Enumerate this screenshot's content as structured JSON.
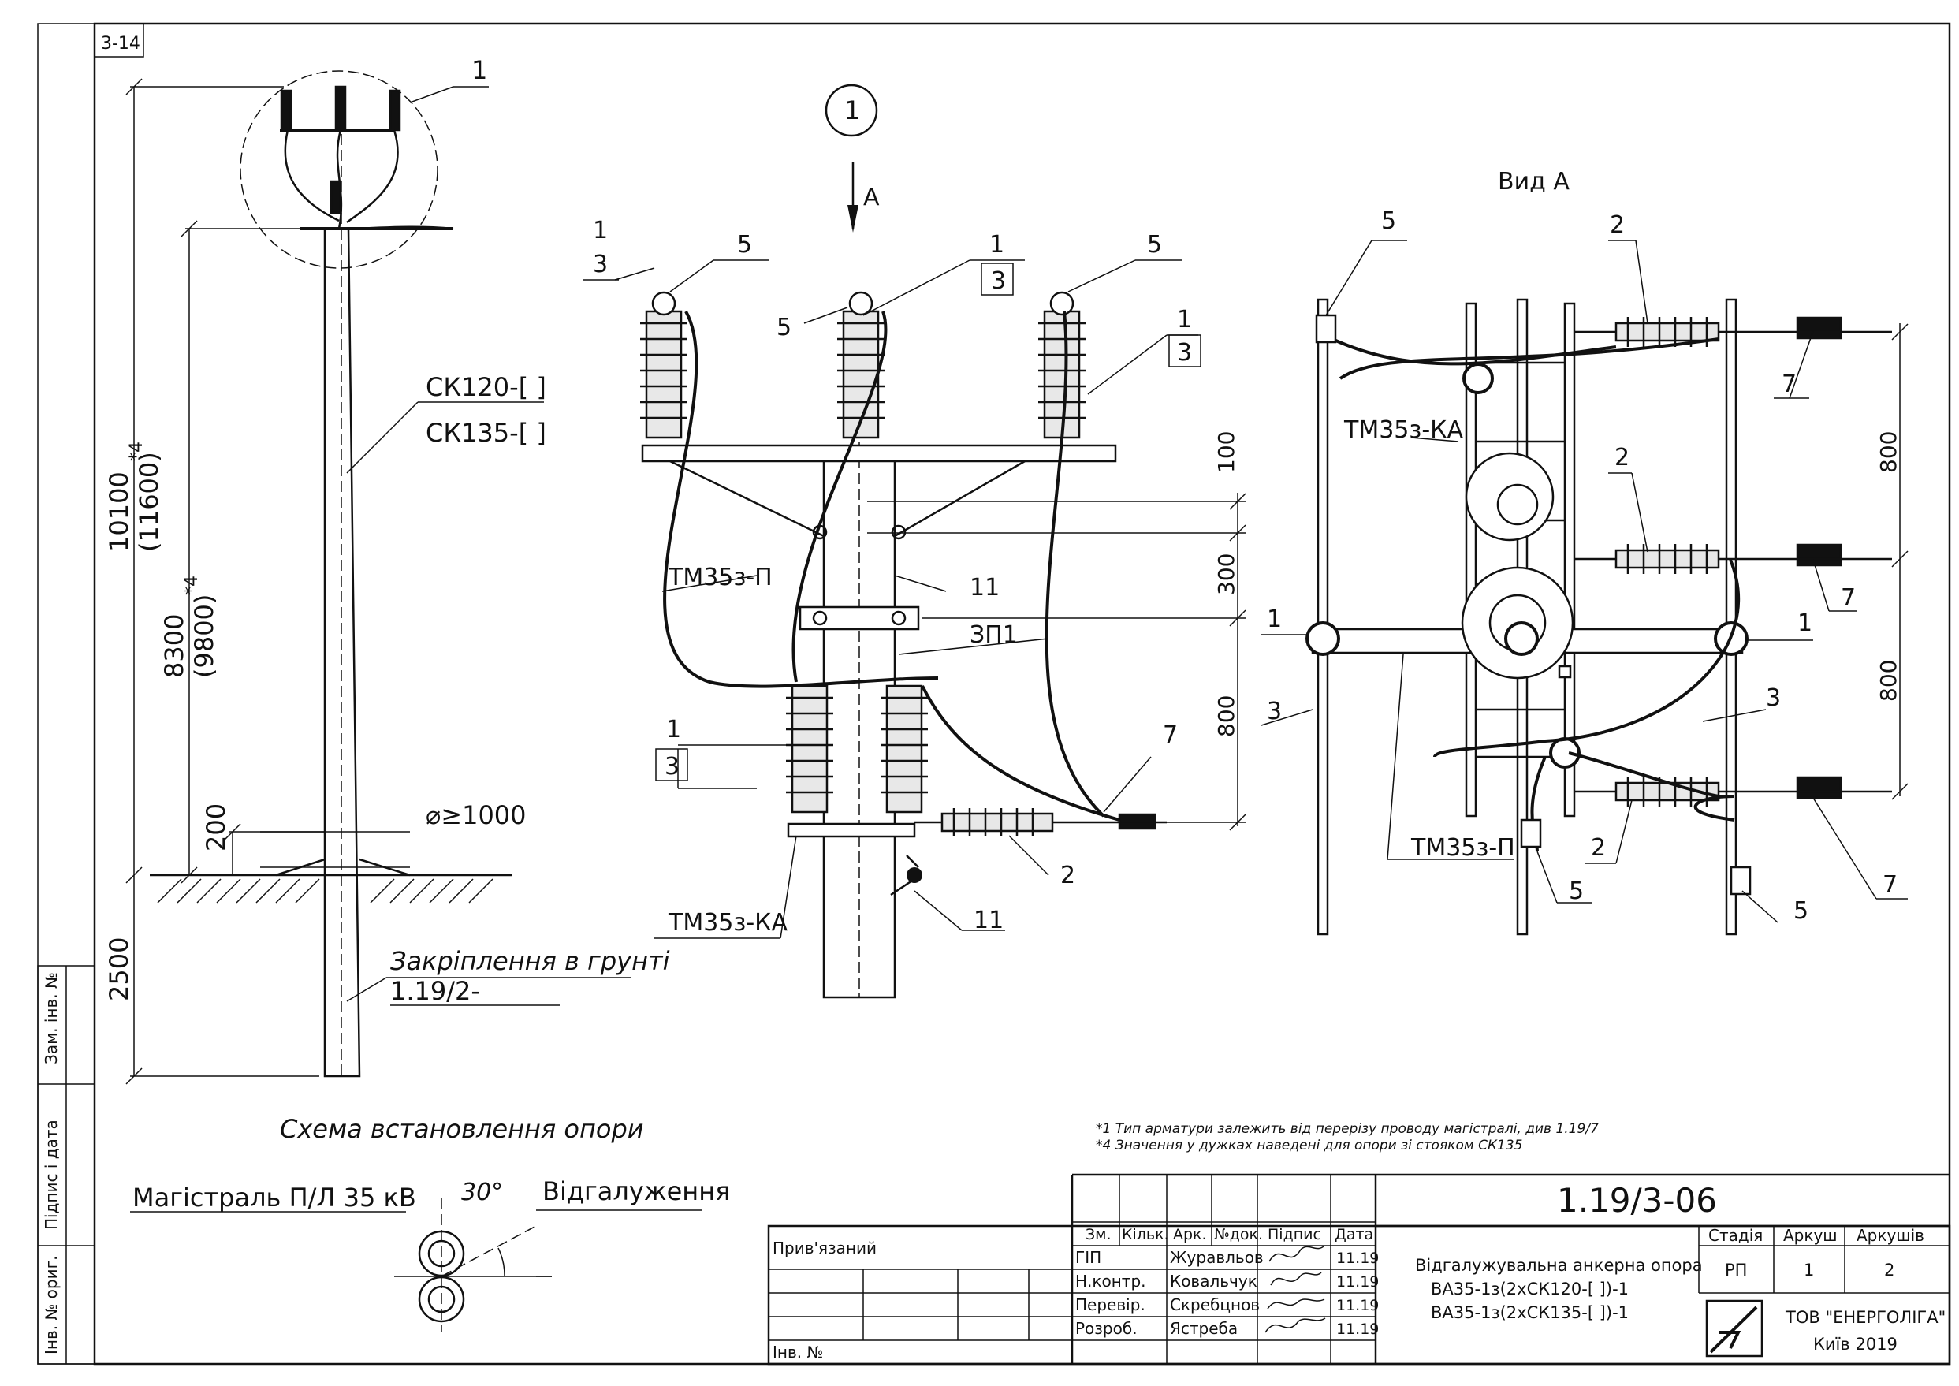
{
  "frame": {
    "sheet_code": "3-14",
    "side_labels": [
      "Зам. інв. №",
      "Підпис і дата",
      "Інв. № ориг."
    ]
  },
  "scheme": {
    "callout_1": "1",
    "ck120": "СК120-[   ]",
    "ck135": "СК135-[   ]",
    "dim_10100": "10100",
    "dim_11600": "(11600)",
    "dim_8300": "8300",
    "dim_9800": "(9800)",
    "star4": "*4",
    "dim_200": "200",
    "dim_2500": "2500",
    "diameter": "⌀≥1000",
    "ground_fix": "Закріплення в грунті",
    "ground_ref": "1.19/2-",
    "title": "Схема встановлення опори"
  },
  "direction": {
    "mainline": "Магістраль П/Л 35 кВ",
    "angle": "30°",
    "branch": "Відгалуження"
  },
  "detail": {
    "circle_label": "1",
    "arrow_label": "A",
    "labels": [
      "1",
      "3",
      "5",
      "5",
      "1",
      "3",
      "5",
      "1",
      "3",
      "11",
      "ЗП1",
      "1",
      "3",
      "7",
      "2",
      "11"
    ],
    "tm_p": "ТМ35з-П",
    "tm_ka": "ТМ35з-КА",
    "dim_100": "100",
    "dim_300": "300",
    "dim_800": "800"
  },
  "view_a": {
    "title": "Вид А",
    "labels": [
      "5",
      "2",
      "7",
      "2",
      "7",
      "1",
      "1",
      "3",
      "3",
      "2",
      "7",
      "5",
      "5"
    ],
    "tm_ka": "ТМ35з-КА",
    "tm_p": "ТМ35з-П",
    "dim_800_top": "800",
    "dim_800_bot": "800"
  },
  "notes": [
    "*1 Тип арматури залежить від перерізу проводу магістралі, див 1.19/7",
    "*4 Значення у дужках наведені для опори зі стояком СК135"
  ],
  "title_block": {
    "code": "1.19/3-06",
    "bound": "Прив'язаний",
    "inv": "Інв. №",
    "headers": [
      "Зм.",
      "Кільк.",
      "Арк.",
      "№док.",
      "Підпис",
      "Дата"
    ],
    "rows": [
      {
        "role": "ГІП",
        "name": "Журавльов",
        "date": "11.19"
      },
      {
        "role": "Н.контр.",
        "name": "Ковальчук",
        "date": "11.19"
      },
      {
        "role": "Перевір.",
        "name": "Скребцнов",
        "date": "11.19"
      },
      {
        "role": "Розроб.",
        "name": "Ястреба",
        "date": "11.19"
      }
    ],
    "description": [
      "Відгалужувальна анкерна опора",
      "ВА35-1з(2хСК120-[  ])-1",
      "ВА35-1з(2хСК135-[  ])-1"
    ],
    "stage_h": "Стадія",
    "sheet_h": "Аркуш",
    "sheets_h": "Аркушів",
    "stage": "РП",
    "sheet": "1",
    "sheets": "2",
    "company": "ТОВ \"ЕНЕРГОЛІГА\"",
    "city": "Київ 2019"
  }
}
